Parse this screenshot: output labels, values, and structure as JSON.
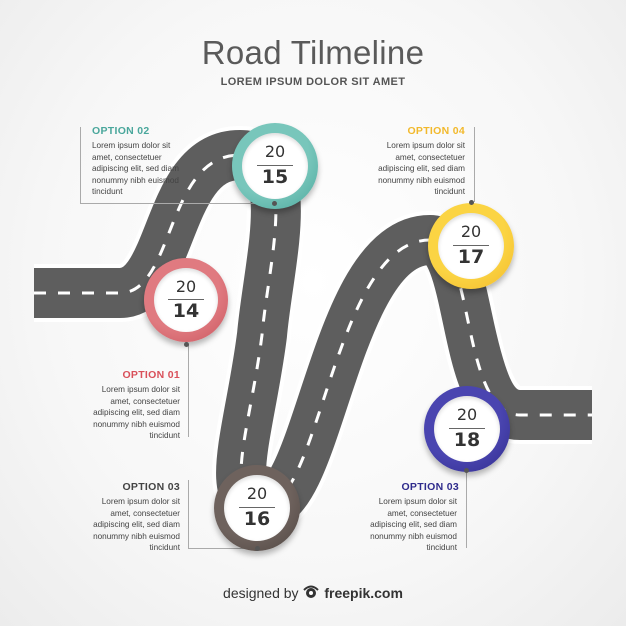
{
  "header": {
    "title": "Road Tilmeline",
    "subtitle": "LOREM IPSUM DOLOR SIT AMET"
  },
  "options": [
    {
      "id": "option-02",
      "title": "OPTION 02",
      "text": "Lorem ipsum dolor sit amet, consectetuer adipiscing elit, sed diam nonummy nibh euismod tincidunt",
      "color": "#4aa79c"
    },
    {
      "id": "option-04",
      "title": "OPTION 04",
      "text": "Lorem ipsum dolor sit amet, consectetuer adipiscing elit, sed diam nonummy nibh euismod tincidunt",
      "color": "#f2b92c"
    },
    {
      "id": "option-01",
      "title": "OPTION 01",
      "text": "Lorem ipsum dolor sit amet, consectetuer adipiscing elit, sed diam nonummy nibh euismod tincidunt",
      "color": "#d9505a"
    },
    {
      "id": "option-03-left",
      "title": "OPTION 03",
      "text": "Lorem ipsum dolor sit amet, consectetuer adipiscing elit, sed diam nonummy nibh euismod tincidunt",
      "color": "#444444"
    },
    {
      "id": "option-03-right",
      "title": "OPTION 03",
      "text": "Lorem ipsum dolor sit amet, consectetuer adipiscing elit, sed diam nonummy nibh euismod tincidunt",
      "color": "#2f2b8c"
    }
  ],
  "milestones": [
    {
      "top": "20",
      "bottom": "14",
      "ring": "#e07a80",
      "ring_dark": "#c9555d"
    },
    {
      "top": "20",
      "bottom": "15",
      "ring": "#78c6bb",
      "ring_dark": "#4aa79c"
    },
    {
      "top": "20",
      "bottom": "16",
      "ring": "#6e625d",
      "ring_dark": "#4f4541"
    },
    {
      "top": "20",
      "bottom": "17",
      "ring": "#fbd443",
      "ring_dark": "#f2b92c"
    },
    {
      "top": "20",
      "bottom": "18",
      "ring": "#4a45b0",
      "ring_dark": "#2f2b8c"
    }
  ],
  "colors": {
    "road": "#5e5e5e",
    "road_edge": "#ffffff",
    "lane": "#ffffff"
  },
  "footer": {
    "prefix": "designed by",
    "brand": "freepik.com",
    "logo_icon": "freepik-logo-icon"
  }
}
